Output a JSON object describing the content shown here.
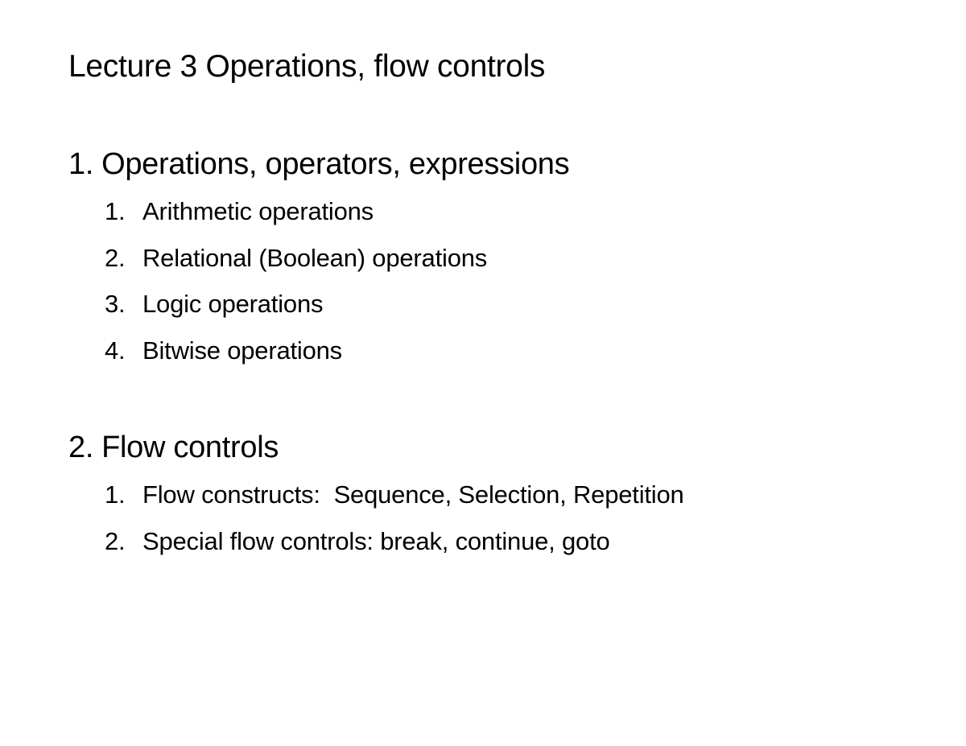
{
  "title": "Lecture 3  Operations, flow controls",
  "sections": [
    {
      "number": "1.",
      "heading": "Operations, operators, expressions",
      "items": [
        {
          "number": "1.",
          "text": "Arithmetic operations"
        },
        {
          "number": "2.",
          "text": "Relational (Boolean) operations"
        },
        {
          "number": "3.",
          "text": "Logic operations"
        },
        {
          "number": "4.",
          "text": "Bitwise operations"
        }
      ]
    },
    {
      "number": "2.",
      "heading": "Flow controls",
      "items": [
        {
          "number": "1.",
          "text": "Flow constructs:  Sequence, Selection, Repetition"
        },
        {
          "number": "2.",
          "text": "Special flow controls: break, continue, goto"
        }
      ]
    }
  ]
}
